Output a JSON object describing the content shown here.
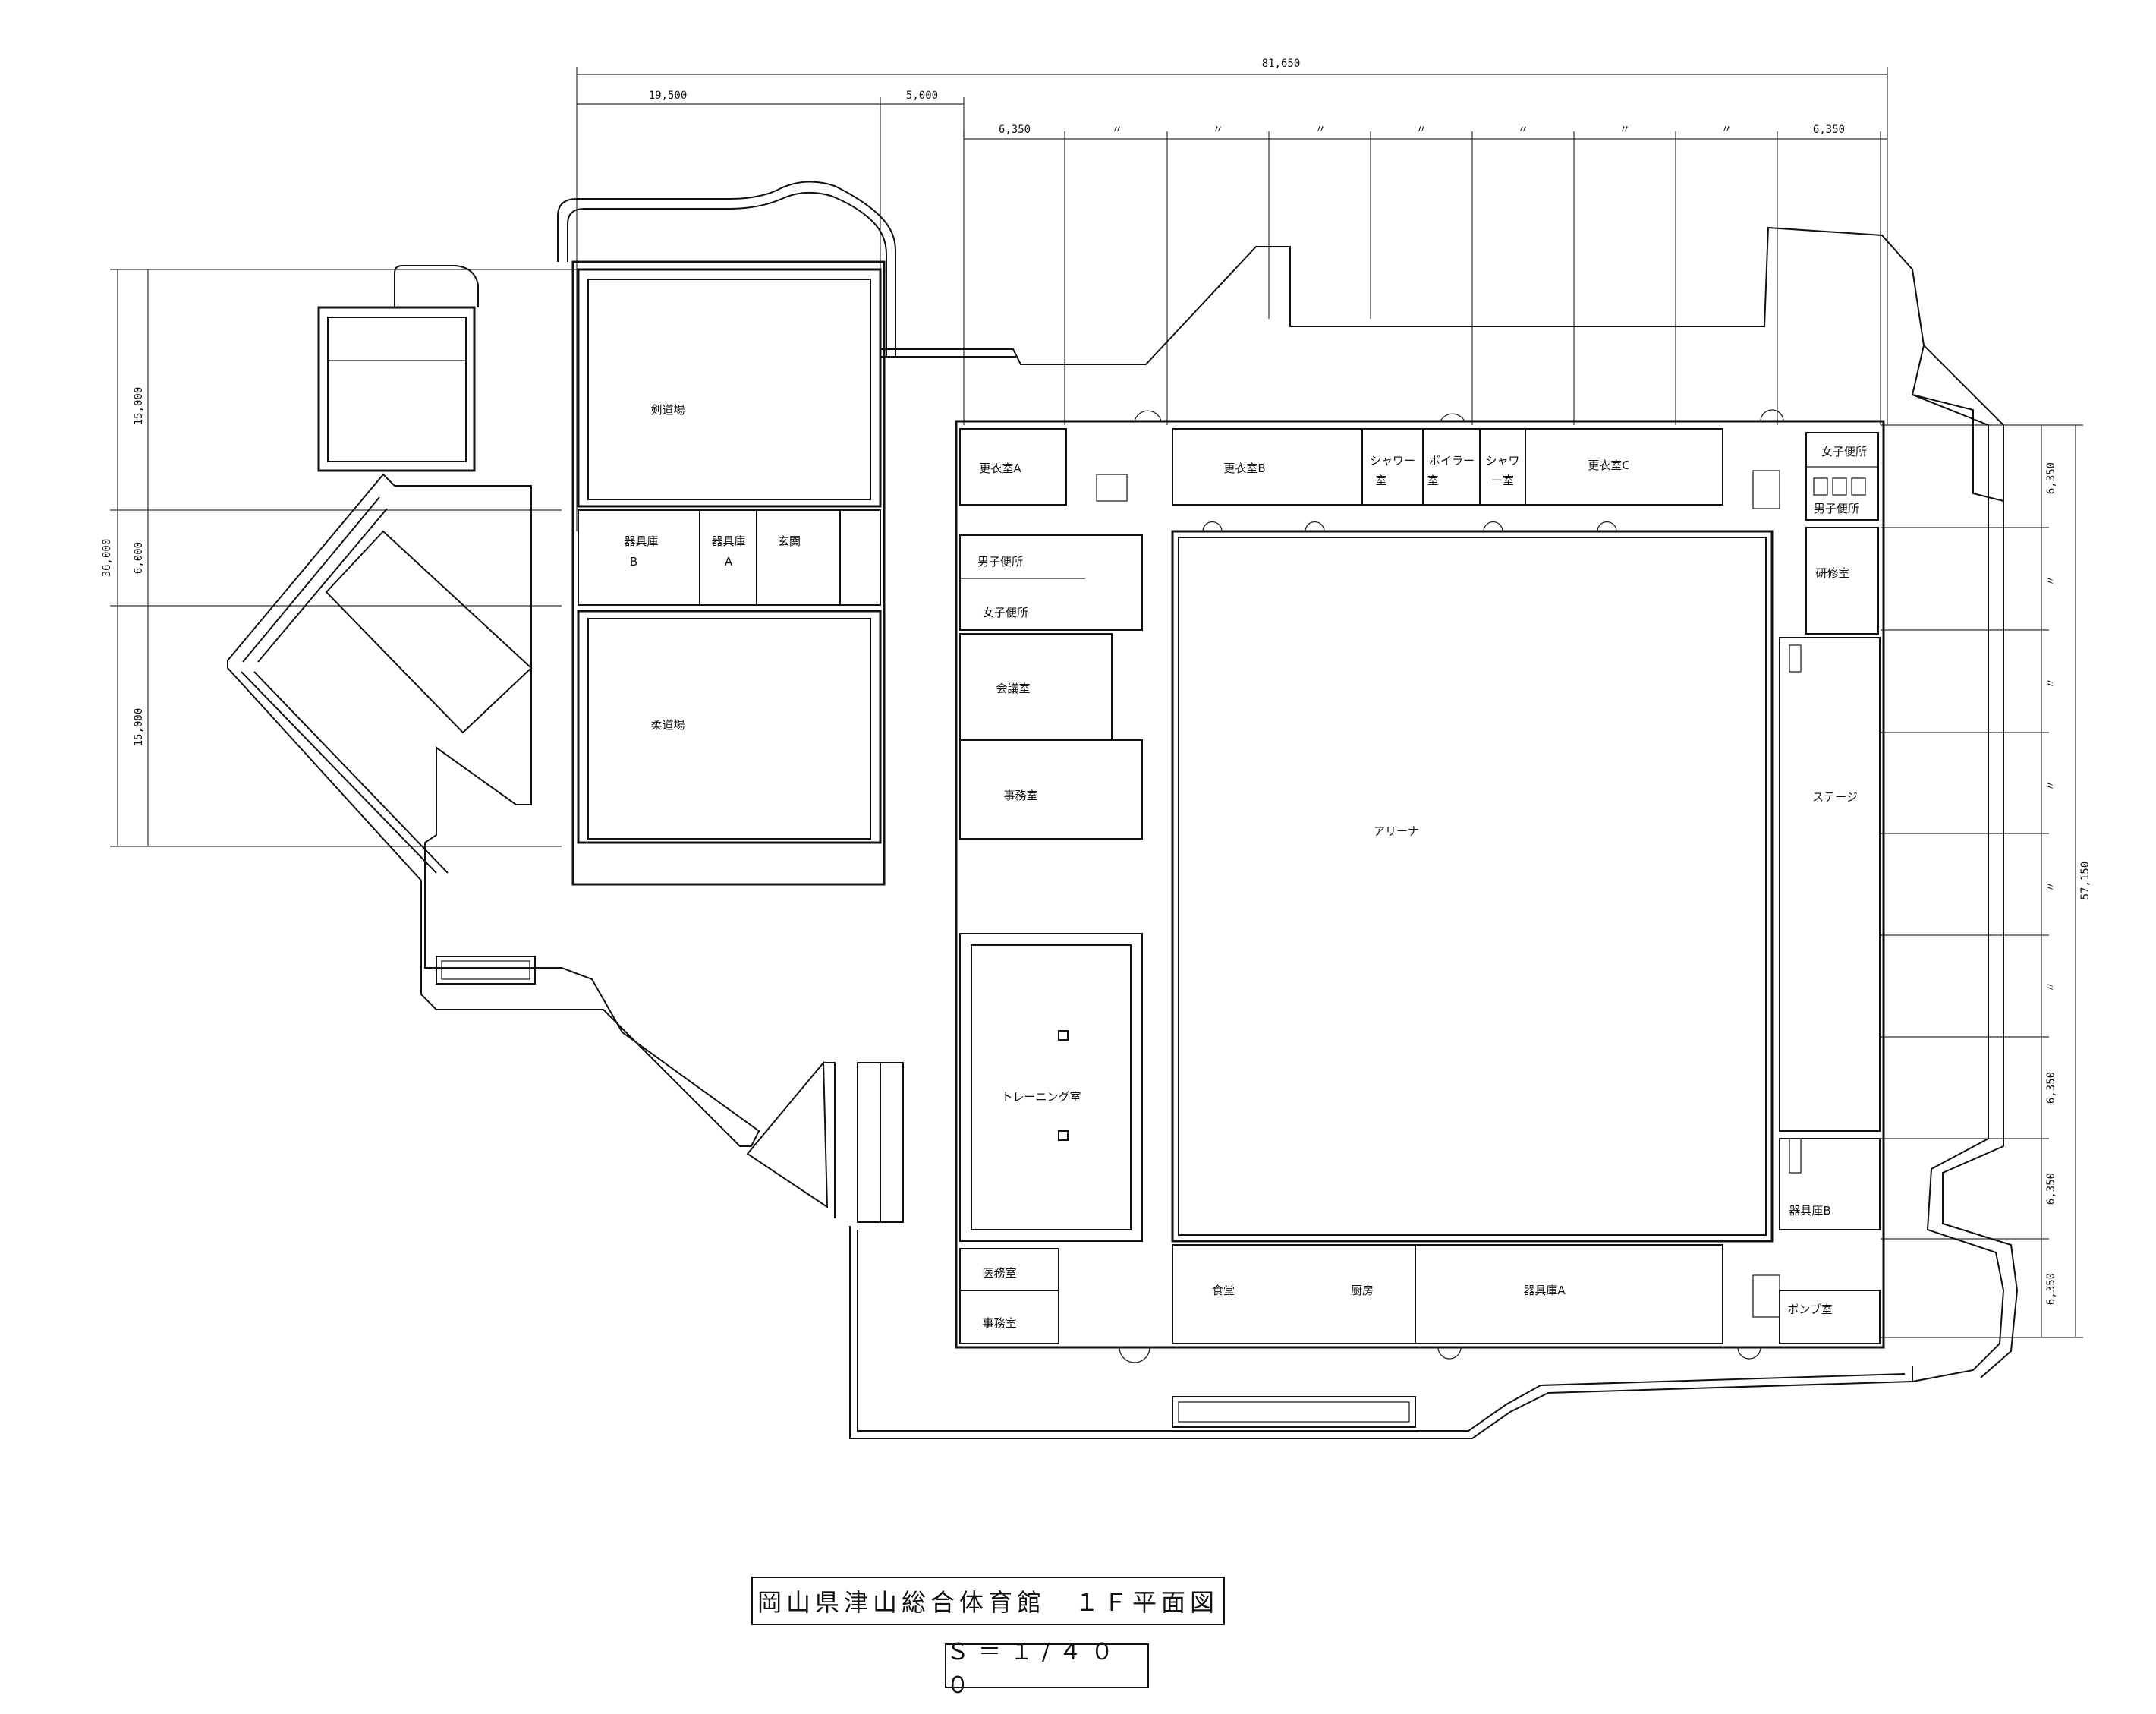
{
  "title": "岡山県津山総合体育館　１Ｆ平面図",
  "scale": "Ｓ＝１/４００",
  "dimensions": {
    "overall_width": "81,650",
    "left_block_width": "19,500",
    "gap_width": "5,000",
    "bay_first": "6,350",
    "bay_last": "6,350",
    "ditto": "〃",
    "overall_height_left": "36,000",
    "left_top": "15,000",
    "left_middle": "6,000",
    "left_bottom": "15,000",
    "overall_height_right": "57,150",
    "right_top": "6,350",
    "right_bay_a": "6,350",
    "right_bay_b": "6,350",
    "right_bay_c": "6,350"
  },
  "rooms": {
    "kendo": "剣道場",
    "judo": "柔道場",
    "storage_b_left": "器具庫",
    "storage_b_left_sub": "B",
    "storage_a_left": "器具庫",
    "storage_a_left_sub": "A",
    "entrance": "玄関",
    "locker_a": "更衣室A",
    "locker_b": "更衣室B",
    "shower_1a": "シャワー",
    "shower_1b": "室",
    "boiler_a": "ボイラー",
    "boiler_b": "室",
    "shower_2a": "シャワ",
    "shower_2b": "ー室",
    "locker_c": "更衣室C",
    "womens_wc_right": "女子便所",
    "mens_wc_right": "男子便所",
    "training_room_right": "研修室",
    "mens_wc": "男子便所",
    "womens_wc": "女子便所",
    "meeting": "会議室",
    "office": "事務室",
    "arena": "アリーナ",
    "stage": "ステージ",
    "training": "トレーニング室",
    "medical": "医務室",
    "office2": "事務室",
    "dining": "食堂",
    "kitchen": "厨房",
    "storage_a": "器具庫A",
    "storage_b": "器具庫B",
    "pump": "ポンプ室"
  }
}
